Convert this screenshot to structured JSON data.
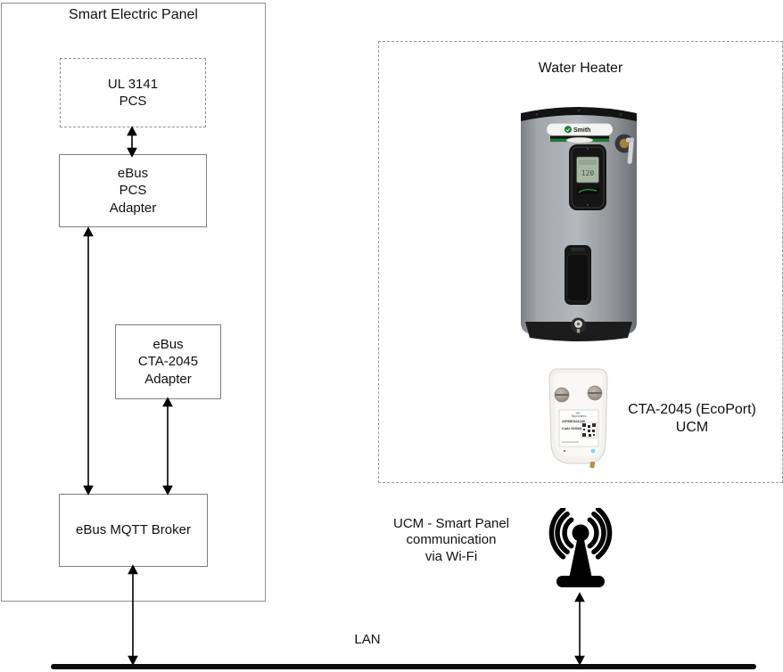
{
  "panel": {
    "title": "Smart Electric Panel",
    "boxes": {
      "pcs": "UL 3141\nPCS",
      "ebus_pcs_adapter": "eBus\nPCS\nAdapter",
      "ebus_cta_adapter": "eBus\nCTA-2045\nAdapter",
      "mqtt_broker": "eBus MQTT Broker"
    }
  },
  "water_heater": {
    "title": "Water Heater",
    "brand": "Smith",
    "display_value": "120",
    "ucm": {
      "label": "CTA-2045 (EcoPort)\nUCM",
      "device_lines": [
        "SkyCentrics",
        "20F85ED2A189",
        "Code KNWAK3"
      ]
    }
  },
  "wifi": {
    "caption": "UCM - Smart Panel\ncommunication\nvia Wi-Fi"
  },
  "lan": {
    "label": "LAN"
  },
  "colors": {
    "accent_green": "#1d7a33",
    "arrow": "#000000",
    "box_border": "#7e7e7e",
    "lan_line": "#0b0b0b"
  }
}
